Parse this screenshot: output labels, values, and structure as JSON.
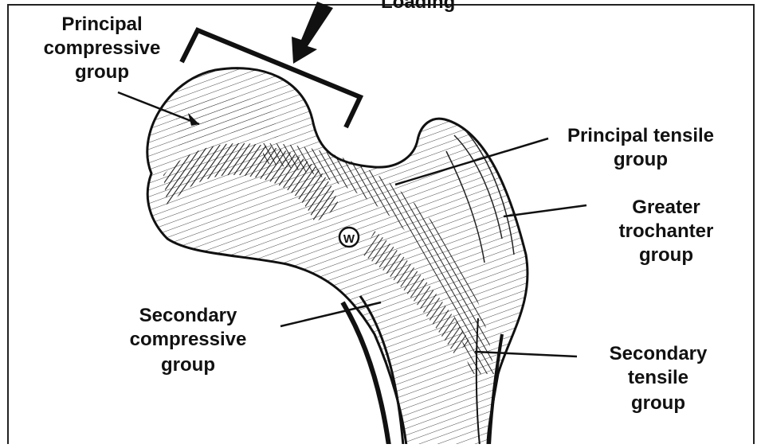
{
  "colors": {
    "background": "#ffffff",
    "ink": "#111111",
    "frame": "#222222"
  },
  "top_arrow": {
    "label": "Loading"
  },
  "labels": {
    "principal_compressive": [
      "Principal",
      "compressive",
      "group"
    ],
    "principal_tensile": [
      "Principal tensile",
      "group"
    ],
    "greater_trochanter": [
      "Greater",
      "trochanter",
      "group"
    ],
    "secondary_compressive": [
      "Secondary",
      "compressive",
      "group"
    ],
    "secondary_tensile": [
      "Secondary",
      "tensile",
      "group"
    ]
  },
  "center_marker": {
    "label": "W"
  }
}
